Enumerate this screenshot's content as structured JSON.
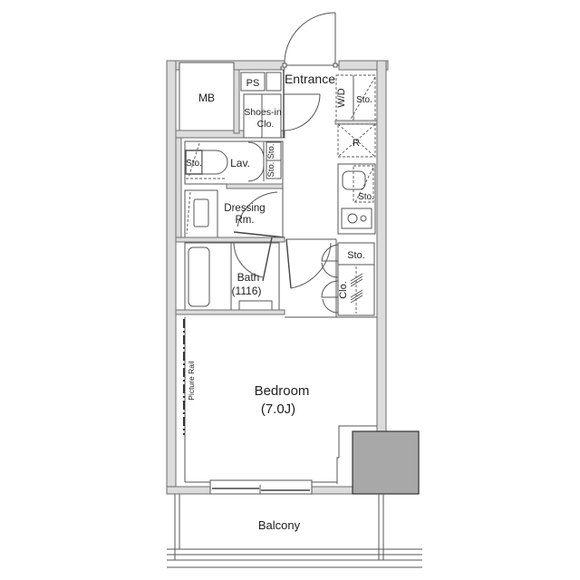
{
  "plan": {
    "rooms": {
      "mb": "MB",
      "ps": "PS",
      "entrance": "Entrance",
      "shoes_in_clo_1": "Shoes-in",
      "shoes_in_clo_2": "Clo.",
      "wd": "W/D",
      "sto_wd": "Sto.",
      "refrigerator": "R",
      "sto_kitchen": "Sto.",
      "sto_lav_toilet": "Sto.",
      "lav": "Lav.",
      "sto_lav_1": "Sto.",
      "sto_lav_2": "Sto.",
      "dressing_1": "Dressing",
      "dressing_2": "Rm.",
      "bath_1": "Bath",
      "bath_2": "(1116)",
      "sto_closet": "Sto.",
      "clo": "Clo.",
      "picture_rail": "Picture Rail",
      "bedroom_1": "Bedroom",
      "bedroom_2": "(7.0J)",
      "balcony": "Balcony"
    },
    "colors": {
      "wall_fill": "#dcdcdc",
      "wall_stroke": "#6e6e6e",
      "shaft_fill": "#a8a8a8",
      "line": "#555555"
    }
  }
}
